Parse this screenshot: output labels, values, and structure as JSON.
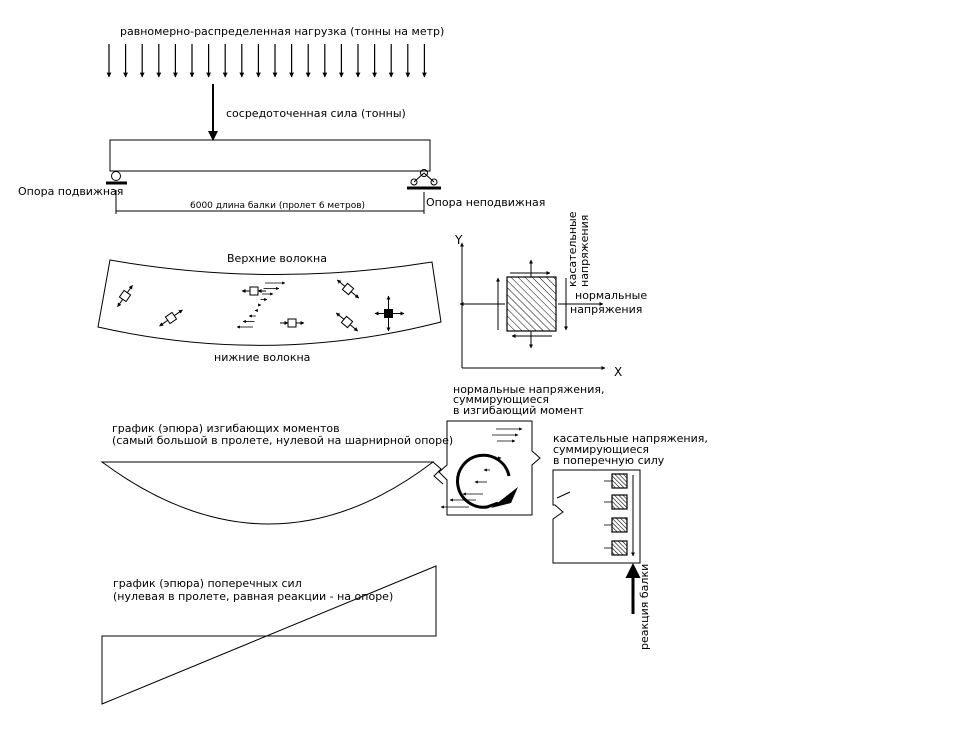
{
  "labels": {
    "distributed_load": "равномерно-распределенная нагрузка (тонны на метр)",
    "point_force": "сосредоточенная сила (тонны)",
    "support_movable": "Опора подвижная",
    "support_fixed": "Опора неподвижная",
    "beam_length": "6000 длина балки (пролет 6 метров)",
    "top_fibers": "Верхние волокна",
    "bottom_fibers": "нижние волокна",
    "axis_y": "Y",
    "axis_x": "X",
    "shear_stress_vertical_1": "касательные",
    "shear_stress_vertical_2": "напряжения",
    "normal_stress_1": "нормальные",
    "normal_stress_2": "напряжения",
    "moment_stress_1": "нормальные напряжения,",
    "moment_stress_2": "суммирующиеся",
    "moment_stress_3": "в изгибающий момент",
    "moment_diagram_1": "график (эпюра) изгибающих моментов",
    "moment_diagram_2": "(самый большой в пролете, нулевой на шарнирной опоре)",
    "shear_force_1": "касательные напряжения,",
    "shear_force_2": "суммирующиеся",
    "shear_force_3": "в поперечную силу",
    "shear_diagram_1": "график (эпюра) поперечных сил",
    "shear_diagram_2": "(нулевая в пролете, равная реакции - на опоре)",
    "beam_reaction": "реакция балки"
  },
  "colors": {
    "ink": "#000000",
    "background": "#ffffff"
  }
}
